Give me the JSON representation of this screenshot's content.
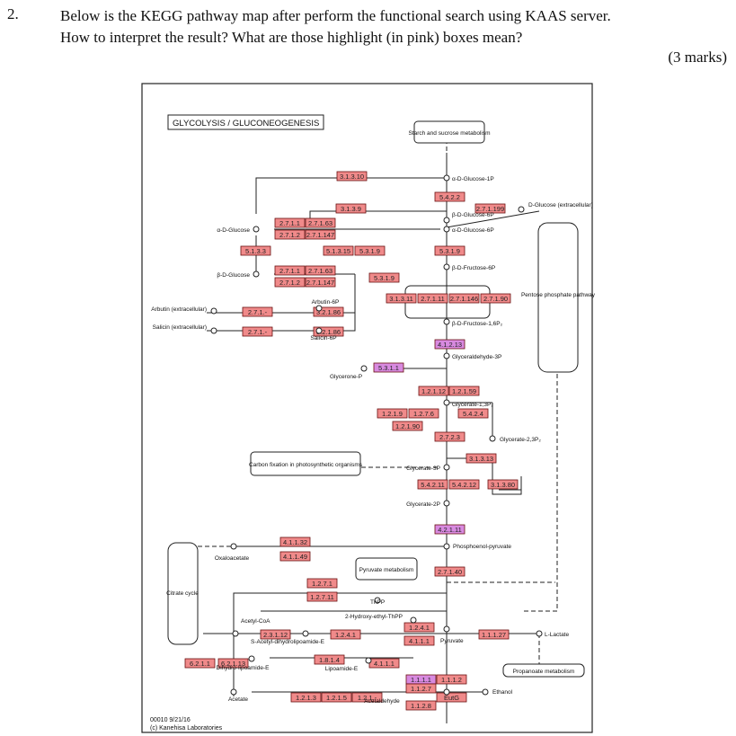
{
  "question": {
    "number": "2.",
    "line1": "Below is the KEGG pathway map after perform the functional search using KAAS server.",
    "line2": "How to interpret the result? What are those highlight (in pink) boxes mean?",
    "marks": "(3 marks)"
  },
  "map": {
    "title": "GLYCOLYSIS / GLUCONEOGENESIS",
    "footer1": "00010 9/21/16",
    "footer2": "(c) Kanehisa Laboratories",
    "colors": {
      "found": "#f08a8a",
      "highlight": "#d88ae0",
      "border": "#6a1010"
    },
    "enzymes": [
      {
        "label": "3.1.3.10",
        "kind": "found"
      },
      {
        "label": "5.4.2.2",
        "kind": "found"
      },
      {
        "label": "3.1.3.9",
        "kind": "found"
      },
      {
        "label": "2.7.1.199",
        "kind": "found"
      },
      {
        "label": "2.7.1.1",
        "kind": "found"
      },
      {
        "label": "2.7.1.63",
        "kind": "found"
      },
      {
        "label": "2.7.1.2",
        "kind": "found"
      },
      {
        "label": "2.7.1.147",
        "kind": "found"
      },
      {
        "label": "5.1.3.3",
        "kind": "found"
      },
      {
        "label": "5.1.3.15",
        "kind": "found"
      },
      {
        "label": "5.3.1.9",
        "kind": "found"
      },
      {
        "label": "5.3.1.9",
        "kind": "found"
      },
      {
        "label": "2.7.1.1",
        "kind": "found"
      },
      {
        "label": "2.7.1.63",
        "kind": "found"
      },
      {
        "label": "2.7.1.2",
        "kind": "found"
      },
      {
        "label": "2.7.1.147",
        "kind": "found"
      },
      {
        "label": "5.3.1.9",
        "kind": "found"
      },
      {
        "label": "3.1.3.11",
        "kind": "found"
      },
      {
        "label": "2.7.1.11",
        "kind": "found"
      },
      {
        "label": "2.7.1.146",
        "kind": "found"
      },
      {
        "label": "2.7.1.90",
        "kind": "found"
      },
      {
        "label": "2.7.1.-",
        "kind": "found"
      },
      {
        "label": "3.2.1.86",
        "kind": "found"
      },
      {
        "label": "2.7.1.-",
        "kind": "found"
      },
      {
        "label": "3.2.1.86",
        "kind": "found"
      },
      {
        "label": "4.1.2.13",
        "kind": "highlight"
      },
      {
        "label": "5.3.1.1",
        "kind": "highlight"
      },
      {
        "label": "1.2.1.12",
        "kind": "found"
      },
      {
        "label": "1.2.1.59",
        "kind": "found"
      },
      {
        "label": "1.2.1.9",
        "kind": "found"
      },
      {
        "label": "1.2.7.6",
        "kind": "found"
      },
      {
        "label": "5.4.2.4",
        "kind": "found"
      },
      {
        "label": "1.2.1.90",
        "kind": "found"
      },
      {
        "label": "2.7.2.3",
        "kind": "found"
      },
      {
        "label": "3.1.3.13",
        "kind": "found"
      },
      {
        "label": "5.4.2.11",
        "kind": "found"
      },
      {
        "label": "5.4.2.12",
        "kind": "found"
      },
      {
        "label": "3.1.3.80",
        "kind": "found"
      },
      {
        "label": "4.2.1.11",
        "kind": "highlight"
      },
      {
        "label": "4.1.1.32",
        "kind": "found"
      },
      {
        "label": "4.1.1.49",
        "kind": "found"
      },
      {
        "label": "2.7.1.40",
        "kind": "found"
      },
      {
        "label": "1.2.7.1",
        "kind": "found"
      },
      {
        "label": "1.2.7.11",
        "kind": "found"
      },
      {
        "label": "2.3.1.12",
        "kind": "found"
      },
      {
        "label": "1.2.4.1",
        "kind": "found"
      },
      {
        "label": "1.2.4.1",
        "kind": "found"
      },
      {
        "label": "4.1.1.1",
        "kind": "found"
      },
      {
        "label": "1.1.1.27",
        "kind": "found"
      },
      {
        "label": "1.8.1.4",
        "kind": "found"
      },
      {
        "label": "4.1.1.1",
        "kind": "found"
      },
      {
        "label": "6.2.1.1",
        "kind": "found"
      },
      {
        "label": "6.2.1.13",
        "kind": "found"
      },
      {
        "label": "1.2.1.3",
        "kind": "found"
      },
      {
        "label": "1.2.1.5",
        "kind": "found"
      },
      {
        "label": "1.2.1.-",
        "kind": "found"
      },
      {
        "label": "1.1.1.1",
        "kind": "highlight"
      },
      {
        "label": "1.1.1.2",
        "kind": "found"
      },
      {
        "label": "1.1.2.7",
        "kind": "found"
      },
      {
        "label": "EutG",
        "kind": "found"
      },
      {
        "label": "1.1.2.8",
        "kind": "found"
      }
    ],
    "compounds": [
      "α-D-Glucose-1P",
      "β-D-Glucose-6P",
      "α-D-Glucose-6P",
      "D-Glucose (extracellular)",
      "α-D-Glucose",
      "β-D-Glucose",
      "β-D-Fructose-6P",
      "Arbutin-6P",
      "Arbutin (extracellular)",
      "Salicin (extracellular)",
      "Salicin-6P",
      "β-D-Fructose-1,6P₂",
      "Glyceraldehyde-3P",
      "Glycerone-P",
      "Glycerate-1,3P₂",
      "Glycerate-2,3P₂",
      "Glycerate-3P",
      "Glycerate-2P",
      "Phosphoenol-pyruvate",
      "Oxaloacetate",
      "Acetyl-CoA",
      "ThPP",
      "2-Hydroxy-ethyl-ThPP",
      "Pyruvate",
      "L-Lactate",
      "S-Acetyl-dihydrolipoamide-E",
      "Dihydro-lipoamide-E",
      "Lipoamide-E",
      "Acetate",
      "Acetaldehyde",
      "Ethanol"
    ],
    "maps": [
      "Starch and sucrose metabolism",
      "Pentose phosphate pathway",
      "Carbon fixation in photosynthetic organisms",
      "Pyruvate metabolism",
      "Citrate cycle",
      "Propanoate metabolism"
    ]
  }
}
